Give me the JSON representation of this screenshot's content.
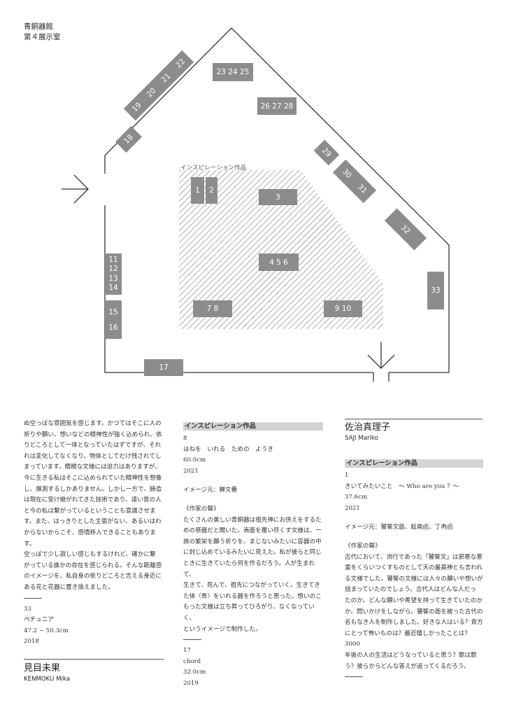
{
  "header": {
    "building": "青銅器館",
    "room": "第４展示室"
  },
  "map": {
    "inspiration_label": "インスピレーション作品",
    "boxes": {
      "b1": "1",
      "b2": "2",
      "b3": "3",
      "b456": "4 5 6",
      "b78": "7 8",
      "b910": "9 10",
      "b11": "11",
      "b12": "12",
      "b13": "13",
      "b14": "14",
      "b15": "15",
      "b16": "16",
      "b17": "17",
      "b18": "18",
      "b19": "19",
      "b20": "20",
      "b21": "21",
      "b22": "22",
      "b232425": "23 24 25",
      "b262728": "26 27 28",
      "b29": "29",
      "b30": "30",
      "b31": "31",
      "b32": "32",
      "b33": "33"
    }
  },
  "col1": {
    "paragraph_lines": [
      "ぬ空っぽな雰囲気を感じます。かつてはそこに人の",
      "祈りや願い、想いなどの精神性が強く込められ、依",
      "りどころとして一体となっていたはずですが、それ",
      "れは変化してなくなり、物体としてだけ残されてし",
      "まっています。精緻な文様には迫力はありますが、",
      "今に生きる私はそこに込められていた精神性を想像",
      "し、推測するしかありません。しかし一方で、鋳造",
      "は現在に受け継がれてきた技術であり、遠い昔の人",
      "と今の私は繋がっているということも意識させま",
      "す。また、はっきりとした主張がない、あるいはわ",
      "からないからこそ、感情移入できることもあります。",
      "空っぽで少し寂しい感じもするけれど、確かに繋",
      "がっている誰かの存在を感じられる。そんな距離感",
      "のイメージを、私自身の依りどころと言える身近に",
      "ある花と花器に置き換えました。"
    ],
    "work": {
      "no": "33",
      "title": "ペチュニア",
      "size": "47.2 ~ 50.3cm",
      "year": "2018"
    },
    "artist": {
      "name": "見目未果",
      "roman": "KENMOKU Mika"
    }
  },
  "col2": {
    "label": "インスピレーション作品",
    "insp": {
      "no": "8",
      "title": "ほねを　いれる　ための　ようき",
      "size": "60.0cm",
      "year": "2021"
    },
    "image_source": "イメージ元：蝉文罍",
    "voice_heading": "《作家の聲》",
    "voice_lines": [
      "たくさんの美しい青銅器は祖先神にお供えをするた",
      "めの祭器だと聞いた。表面を覆い尽くす文様は、一",
      "族の繁栄を願う祈りを、まじないみたいに容器の中",
      "に封じ込めているみたいに見えた。私が彼らと同じ",
      "ときに生きていたら何を作るだろう。人が生まれて、",
      "生きて、死んで、祖先につながっていく。生きてき",
      "た体〈骨〉をいれる器を作ろうと思った。想いのこ",
      "もった文様は立ち昇ってひろがり、なくなっていく、",
      "というイメージで制作した。"
    ],
    "work": {
      "no": "17",
      "title": "chord",
      "size": "32.0cm",
      "year": "2019"
    }
  },
  "col3": {
    "artist": {
      "name": "佐治真理子",
      "roman": "SAJI Mariko"
    },
    "label": "インスピレーション作品",
    "insp": {
      "no": "1",
      "title": "きいてみたいこと　～ Who are you ？～",
      "size": "37.6cm",
      "year": "2021"
    },
    "image_source": "イメージ元：饕餮文瓿、鉦鼎卣、丁冉卣",
    "voice_heading": "《作家の聲》",
    "voice_lines": [
      "古代において、流行であった「饕餮文」は邪悪な悪",
      "霊をくらいつくすものとして天の最高神とも言われ",
      "る文様でした。饕餮の文様には人々の願いや想いが",
      "詰まっていたのでしょう。古代人はどんな人だっ",
      "たのか。どんな願いや希望を持って生きていたのか",
      "か。問いかけをしながら、饕餮の面を被った古代の",
      "名もなき人を制作しました。好きな人はいる？貴方",
      "にとって怖いものは？最近嬉しかったことは？3000",
      "年後の人の生活はどうなっていると思う？歌は歌",
      "う？彼らからどんな答えが返ってくるだろう。"
    ]
  }
}
